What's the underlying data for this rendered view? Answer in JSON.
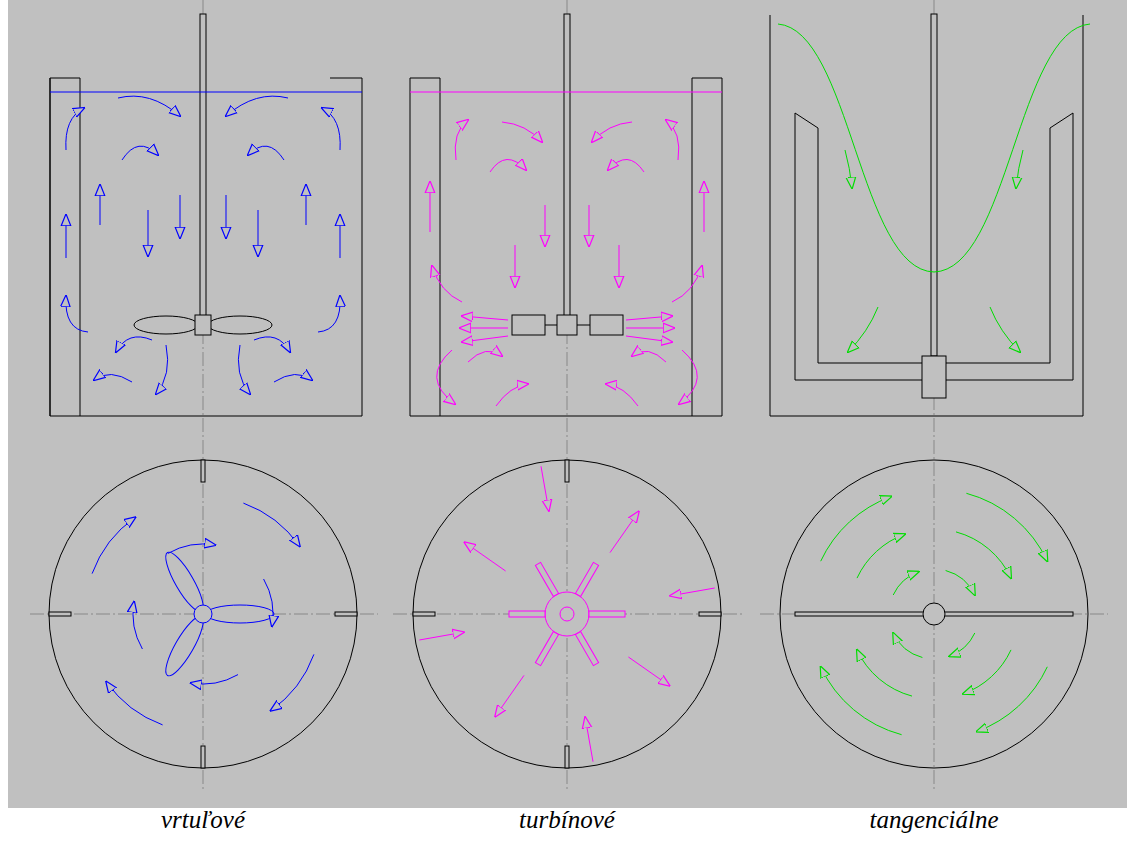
{
  "diagram": {
    "labels": [
      "vrtuľové",
      "turbínové",
      "tangenciálne"
    ]
  }
}
